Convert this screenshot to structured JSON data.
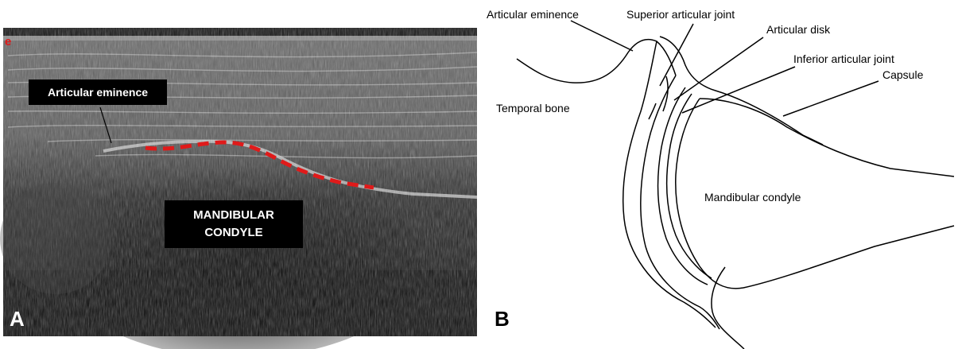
{
  "panel_a": {
    "letter": "A",
    "corner_mark": "e",
    "eminence_label": "Articular eminence",
    "condyle_label_line1": "MANDIBULAR",
    "condyle_label_line2": "CONDYLE",
    "colors": {
      "dashed_outline": "#e01a1a",
      "label_bg": "#000000",
      "label_text": "#ffffff"
    }
  },
  "panel_b": {
    "letter": "B",
    "labels": {
      "articular_eminence": "Articular eminence",
      "superior_articular_joint": "Superior articular joint",
      "articular_disk": "Articular disk",
      "inferior_articular_joint": "Inferior articular joint",
      "capsule": "Capsule",
      "temporal_bone": "Temporal bone",
      "mandibular_condyle": "Mandibular condyle"
    }
  }
}
